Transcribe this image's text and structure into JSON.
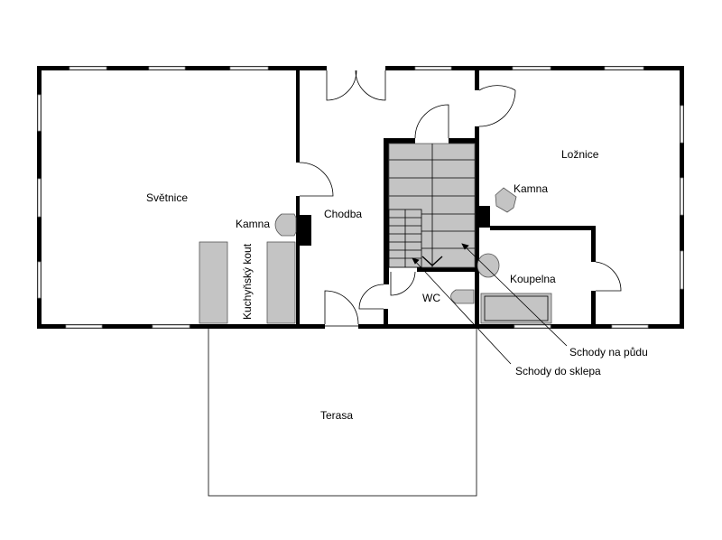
{
  "plan": {
    "rooms": {
      "svetnice": "Světnice",
      "kamna_left": "Kamna",
      "kitchen": "Kuchyňský kout",
      "chodba": "Chodba",
      "loznice": "Ložnice",
      "kamna_right": "Kamna",
      "koupelna": "Koupelna",
      "wc": "WC",
      "terasa": "Terasa"
    },
    "annotations": {
      "stairs_attic": "Schody na půdu",
      "stairs_cellar": "Schody do sklepa"
    },
    "colors": {
      "wall": "#000000",
      "fixture": "#c4c4c4"
    }
  }
}
